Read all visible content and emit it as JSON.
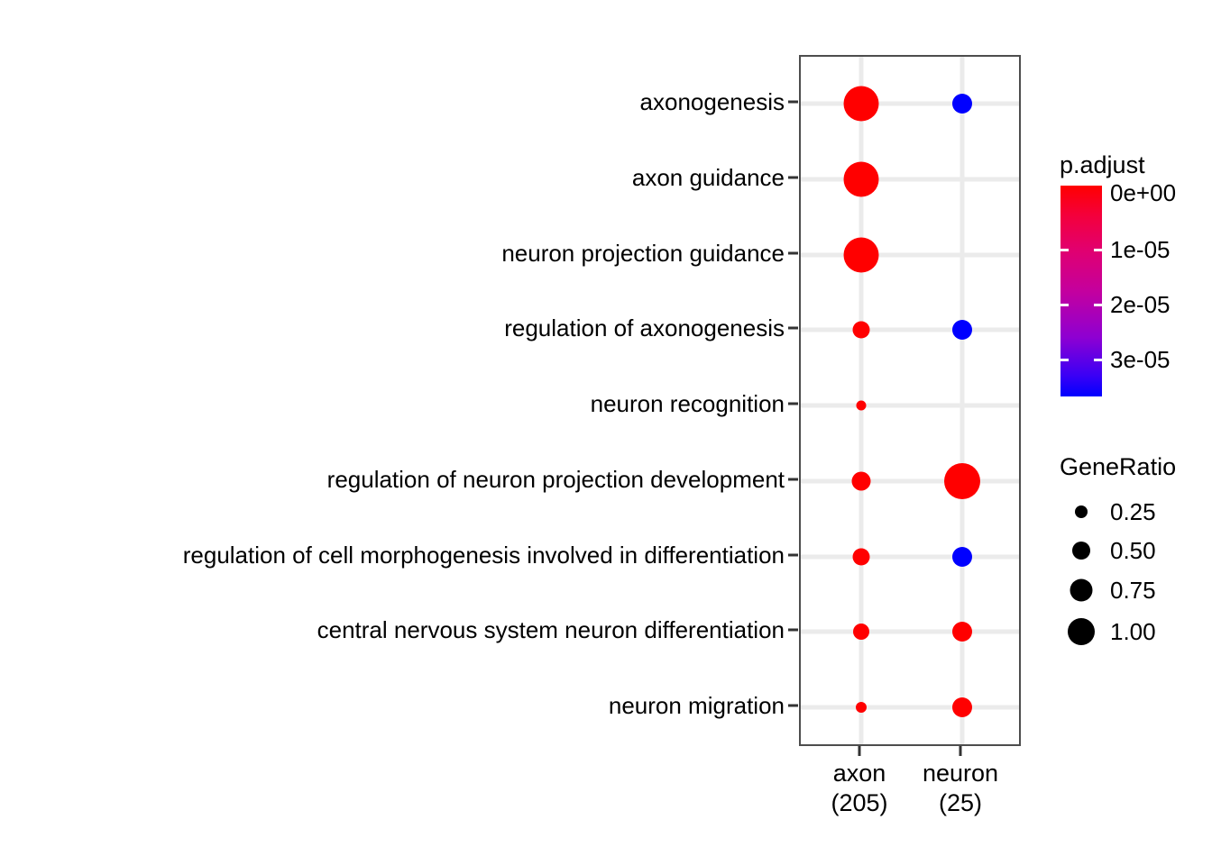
{
  "chart_data": {
    "type": "scatter",
    "plot_kind": "dotplot",
    "title": "",
    "xlabel": "",
    "ylabel": "",
    "grid": true,
    "categories_x": [
      "axon\n(205)",
      "neuron\n(25)"
    ],
    "x_tick_labels": [
      {
        "name": "axon",
        "count": "(205)"
      },
      {
        "name": "neuron",
        "count": "(25)"
      }
    ],
    "y_tick_labels": [
      "axonogenesis",
      "axon guidance",
      "neuron projection guidance",
      "regulation of axonogenesis",
      "neuron recognition",
      "regulation of neuron projection development",
      "regulation of cell morphogenesis involved in differentiation",
      "central nervous system neuron differentiation",
      "neuron migration"
    ],
    "points": [
      {
        "term": "axonogenesis",
        "cluster": "axon",
        "GeneRatio": 0.95,
        "p_adjust": 0.0,
        "color": "#ff0000"
      },
      {
        "term": "axonogenesis",
        "cluster": "neuron",
        "GeneRatio": 0.42,
        "p_adjust": 3.4e-05,
        "color": "#0000ff"
      },
      {
        "term": "axon guidance",
        "cluster": "axon",
        "GeneRatio": 0.95,
        "p_adjust": 0.0,
        "color": "#ff0000"
      },
      {
        "term": "neuron projection guidance",
        "cluster": "axon",
        "GeneRatio": 0.95,
        "p_adjust": 0.0,
        "color": "#ff0000"
      },
      {
        "term": "regulation of axonogenesis",
        "cluster": "axon",
        "GeneRatio": 0.32,
        "p_adjust": 0.0,
        "color": "#ff0000"
      },
      {
        "term": "regulation of axonogenesis",
        "cluster": "neuron",
        "GeneRatio": 0.42,
        "p_adjust": 3.4e-05,
        "color": "#0000ff"
      },
      {
        "term": "neuron recognition",
        "cluster": "axon",
        "GeneRatio": 0.18,
        "p_adjust": 0.0,
        "color": "#ff0000"
      },
      {
        "term": "regulation of neuron projection development",
        "cluster": "axon",
        "GeneRatio": 0.34,
        "p_adjust": 0.0,
        "color": "#ff0000"
      },
      {
        "term": "regulation of neuron projection development",
        "cluster": "neuron",
        "GeneRatio": 1.0,
        "p_adjust": 0.0,
        "color": "#ff0000"
      },
      {
        "term": "regulation of cell morphogenesis involved in differentiation",
        "cluster": "axon",
        "GeneRatio": 0.32,
        "p_adjust": 0.0,
        "color": "#ff0000"
      },
      {
        "term": "regulation of cell morphogenesis involved in differentiation",
        "cluster": "neuron",
        "GeneRatio": 0.42,
        "p_adjust": 3.4e-05,
        "color": "#0000ff"
      },
      {
        "term": "central nervous system neuron differentiation",
        "cluster": "axon",
        "GeneRatio": 0.3,
        "p_adjust": 0.0,
        "color": "#ff0000"
      },
      {
        "term": "central nervous system neuron differentiation",
        "cluster": "neuron",
        "GeneRatio": 0.42,
        "p_adjust": 0.0,
        "color": "#ff0000"
      },
      {
        "term": "neuron migration",
        "cluster": "axon",
        "GeneRatio": 0.2,
        "p_adjust": 0.0,
        "color": "#ff0000"
      },
      {
        "term": "neuron migration",
        "cluster": "neuron",
        "GeneRatio": 0.42,
        "p_adjust": 0.0,
        "color": "#ff0000"
      }
    ],
    "color_legend": {
      "title": "p.adjust",
      "tick_labels": [
        "0e+00",
        "1e-05",
        "2e-05",
        "3e-05"
      ],
      "range": [
        0.0,
        3.7e-05
      ],
      "low_color": "#ff0000",
      "high_color": "#0000ff"
    },
    "size_legend": {
      "title": "GeneRatio",
      "keys": [
        "0.25",
        "0.50",
        "0.75",
        "1.00"
      ],
      "key_values": [
        0.25,
        0.5,
        0.75,
        1.0
      ],
      "dot_color": "#000000"
    }
  }
}
